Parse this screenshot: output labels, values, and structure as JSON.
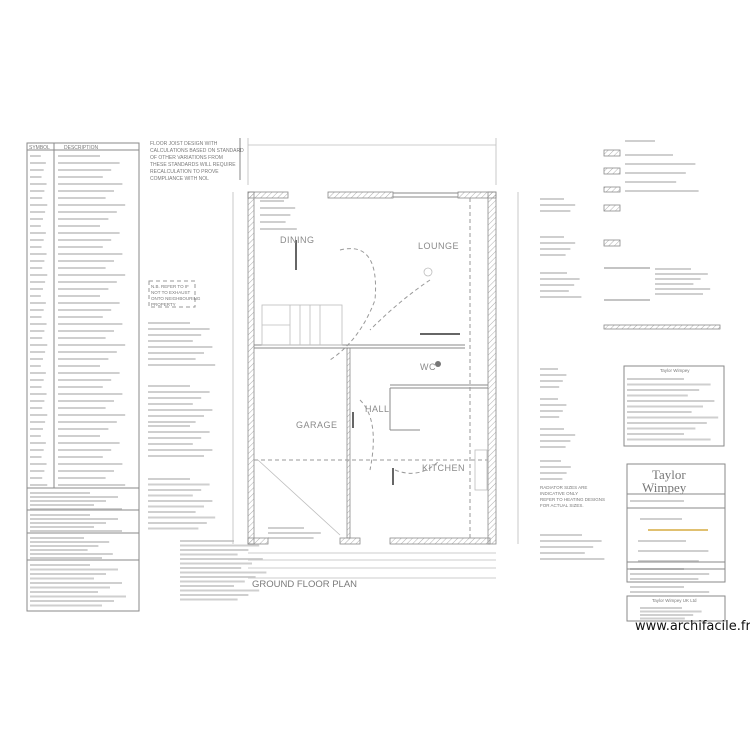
{
  "drawing": {
    "title": "GROUND FLOOR PLAN",
    "rooms": {
      "dining": "DINING",
      "lounge": "LOUNGE",
      "garage": "GARAGE",
      "hall": "HALL",
      "wc": "WC",
      "kitchen": "KITCHEN"
    },
    "notes": {
      "design_note": [
        "FLOOR JOIST DESIGN WITH",
        "CALCULATIONS BASED ON STANDARD",
        "OF OTHER VARIATIONS FROM",
        "THESE STANDARDS WILL REQUIRE",
        "RECALCULATION TO PROVE",
        "COMPLIANCE WITH NOL"
      ],
      "boxed_note": [
        "N.B. REFER TO IF",
        "NOT TO EXHAUST",
        "ONTO NEIGHBOURING",
        "PROPERTY"
      ],
      "radiator_note": [
        "RADIATOR SIZES ARE",
        "INDICATIVE ONLY",
        "REFER TO HEATING DESIGNS",
        "FOR ACTUAL SIZES."
      ]
    },
    "legend": {
      "symbol_header": "SYMBOL",
      "description_header": "DESCRIPTION"
    }
  },
  "title_block": {
    "info_box_title": "Taylor Wimpey",
    "brand": [
      "Taylor",
      "Wimpey"
    ],
    "company_box": "Taylor Wimpey UK Ltd"
  },
  "watermark": "www.archifacile.fr",
  "colors": {
    "line": "#8a8a8a",
    "text": "#7a7a7a",
    "highlight": "#e0c070"
  }
}
